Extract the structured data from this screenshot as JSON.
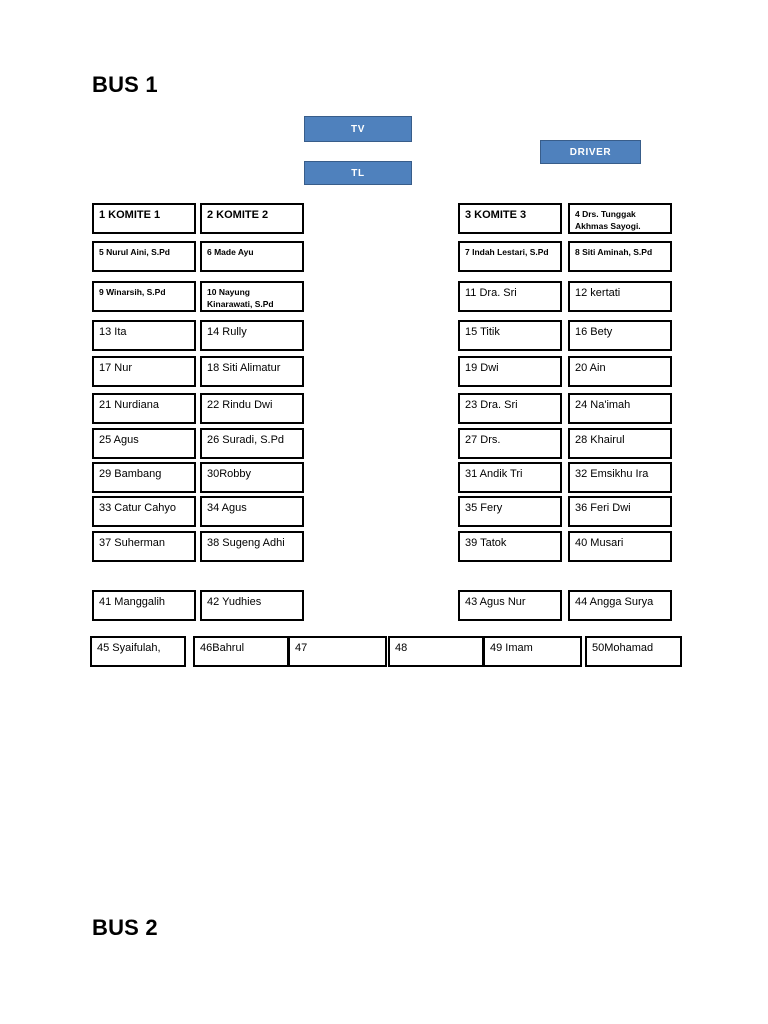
{
  "document": {
    "bus1_title": "BUS 1",
    "bus2_title": "BUS 2"
  },
  "fixtures": {
    "tv": "TV",
    "tl": "TL",
    "driver": "DRIVER"
  },
  "colors": {
    "blue_fill": "#4f81bd",
    "blue_border": "#385d8a",
    "seat_border": "#000000",
    "page_background": "#ffffff"
  },
  "seats": {
    "left_column": [
      {
        "id": "seat-1",
        "text": "1 KOMITE 1",
        "style": "bold-label"
      },
      {
        "id": "seat-2",
        "text": "2  KOMITE 2",
        "style": "bold-label"
      },
      {
        "id": "seat-5",
        "text": "5 Nurul Aini, S.Pd",
        "style": "small"
      },
      {
        "id": "seat-6",
        "text": "6 Made Ayu",
        "style": "small"
      },
      {
        "id": "seat-9",
        "text": "9 Winarsih, S.Pd",
        "style": "small"
      },
      {
        "id": "seat-10",
        "text": "10 Nayung\nKinarawati, S.Pd",
        "style": "small"
      },
      {
        "id": "seat-13",
        "text": "13 Ita",
        "style": "normal"
      },
      {
        "id": "seat-14",
        "text": "14 Rully",
        "style": "normal"
      },
      {
        "id": "seat-17",
        "text": "17 Nur",
        "style": "normal"
      },
      {
        "id": "seat-18",
        "text": "18 Siti Alimatur",
        "style": "normal"
      },
      {
        "id": "seat-21",
        "text": "21 Nurdiana",
        "style": "normal"
      },
      {
        "id": "seat-22",
        "text": "22 Rindu Dwi",
        "style": "normal"
      },
      {
        "id": "seat-25",
        "text": "25 Agus",
        "style": "normal"
      },
      {
        "id": "seat-26",
        "text": "26 Suradi, S.Pd",
        "style": "normal"
      },
      {
        "id": "seat-29",
        "text": "29 Bambang",
        "style": "normal"
      },
      {
        "id": "seat-30",
        "text": "30Robby",
        "style": "normal"
      },
      {
        "id": "seat-33",
        "text": "33 Catur Cahyo",
        "style": "normal"
      },
      {
        "id": "seat-34",
        "text": "34 Agus",
        "style": "normal"
      },
      {
        "id": "seat-37",
        "text": "37 Suherman",
        "style": "normal"
      },
      {
        "id": "seat-38",
        "text": "38 Sugeng Adhi",
        "style": "normal"
      },
      {
        "id": "seat-41",
        "text": "41 Manggalih",
        "style": "normal"
      },
      {
        "id": "seat-42",
        "text": "42 Yudhies",
        "style": "normal"
      }
    ],
    "right_column": [
      {
        "id": "seat-3",
        "text": "3 KOMITE 3",
        "style": "bold-label"
      },
      {
        "id": "seat-4",
        "text": "4 Drs. Tunggak\nAkhmas Sayogi.",
        "style": "small"
      },
      {
        "id": "seat-7",
        "text": "7 Indah Lestari, S.Pd",
        "style": "small"
      },
      {
        "id": "seat-8",
        "text": "8 Siti Aminah, S.Pd",
        "style": "small"
      },
      {
        "id": "seat-11",
        "text": "11 Dra. Sri",
        "style": "normal"
      },
      {
        "id": "seat-12",
        "text": "12 kertati",
        "style": "normal"
      },
      {
        "id": "seat-15",
        "text": "15 Titik",
        "style": "normal"
      },
      {
        "id": "seat-16",
        "text": "16 Bety",
        "style": "normal"
      },
      {
        "id": "seat-19",
        "text": "19 Dwi",
        "style": "normal"
      },
      {
        "id": "seat-20",
        "text": "20 Ain",
        "style": "normal"
      },
      {
        "id": "seat-23",
        "text": "23 Dra. Sri",
        "style": "normal"
      },
      {
        "id": "seat-24",
        "text": "24 Na'imah",
        "style": "normal"
      },
      {
        "id": "seat-27",
        "text": "27 Drs.",
        "style": "normal"
      },
      {
        "id": "seat-28",
        "text": "28 Khairul",
        "style": "normal"
      },
      {
        "id": "seat-31",
        "text": "31 Andik Tri",
        "style": "normal"
      },
      {
        "id": "seat-32",
        "text": "32 Emsikhu Ira",
        "style": "normal"
      },
      {
        "id": "seat-35",
        "text": "35 Fery",
        "style": "normal"
      },
      {
        "id": "seat-36",
        "text": "36 Feri Dwi",
        "style": "normal"
      },
      {
        "id": "seat-39",
        "text": "39 Tatok",
        "style": "normal"
      },
      {
        "id": "seat-40",
        "text": "40 Musari",
        "style": "normal"
      },
      {
        "id": "seat-43",
        "text": "43 Agus Nur",
        "style": "normal"
      },
      {
        "id": "seat-44",
        "text": "44 Angga Surya",
        "style": "normal"
      }
    ],
    "back_row": [
      {
        "id": "seat-45",
        "text": "45 Syaifulah,",
        "style": "normal"
      },
      {
        "id": "seat-46",
        "text": "46Bahrul",
        "style": "normal"
      },
      {
        "id": "seat-47",
        "text": "47",
        "style": "normal"
      },
      {
        "id": "seat-48",
        "text": "48",
        "style": "normal"
      },
      {
        "id": "seat-49",
        "text": "49 Imam",
        "style": "normal"
      },
      {
        "id": "seat-50",
        "text": "50Mohamad",
        "style": "normal"
      }
    ]
  }
}
